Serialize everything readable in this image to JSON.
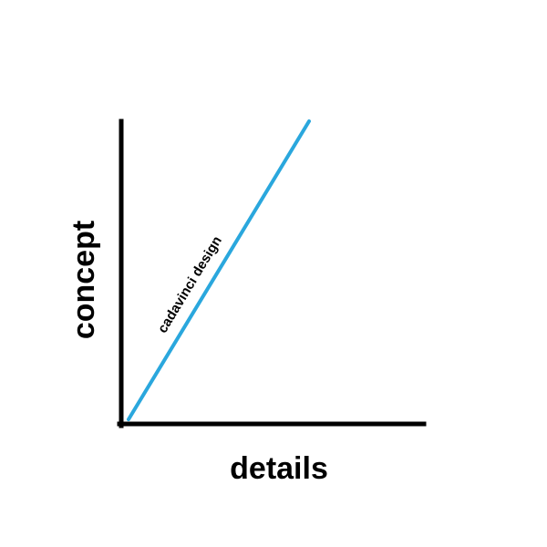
{
  "chart_data": {
    "type": "line",
    "xlabel": "details",
    "ylabel": "concept",
    "grid": false,
    "axis_color": "#000000",
    "series": [
      {
        "name": "cadavinci design",
        "color": "#2aa7dd",
        "x": [
          0,
          0.6
        ],
        "y": [
          0,
          1
        ]
      }
    ]
  }
}
